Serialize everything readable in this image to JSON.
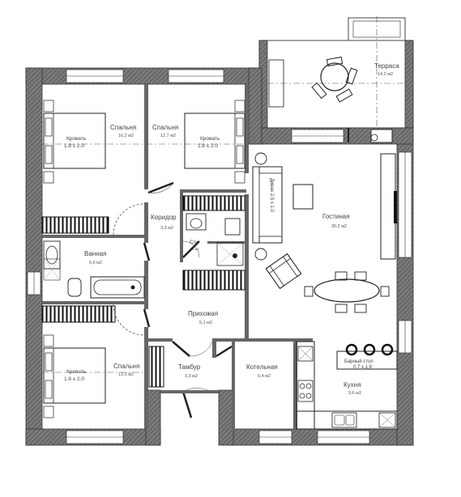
{
  "rooms": {
    "terrace": {
      "name": "Терраса",
      "area": "14,2 м2"
    },
    "bedroom1": {
      "name": "Спальня",
      "area": "16,2 м2"
    },
    "bedroom2": {
      "name": "Спальня",
      "area": "12,7 м2"
    },
    "bedroom3": {
      "name": "Спальня",
      "area": "13,0 м2"
    },
    "corridor": {
      "name": "Коридор",
      "area": "3,3 м2"
    },
    "wc": {
      "name": "С/у",
      "area": "3,5 м2"
    },
    "bathroom": {
      "name": "Ванная",
      "area": "6,6 м2"
    },
    "living": {
      "name": "Гостиная",
      "area": "30,2 м2"
    },
    "hall": {
      "name": "Прихожая",
      "area": "5,1 м2"
    },
    "vestibule": {
      "name": "Тамбур",
      "area": "3,3 м2"
    },
    "boiler": {
      "name": "Котельная",
      "area": "5,4 м2"
    },
    "kitchen": {
      "name": "Кухня",
      "area": "9,6 м2"
    }
  },
  "furniture": {
    "bed1": {
      "name": "Кровать",
      "size": "1.8 x 2.0"
    },
    "bed2": {
      "name": "Кровать",
      "size": "1.8 x 2.0"
    },
    "bed3": {
      "name": "Кровать",
      "size": "1.8 x 2.0"
    },
    "sofa": {
      "name": "Диван 2.5 x 1.0"
    },
    "bar": {
      "name": "Барный стол",
      "size": "0.7 x 1.8"
    }
  },
  "colors": {
    "wall": "#555555",
    "wall_hatch": "#8a8a8a",
    "line": "#333333"
  }
}
